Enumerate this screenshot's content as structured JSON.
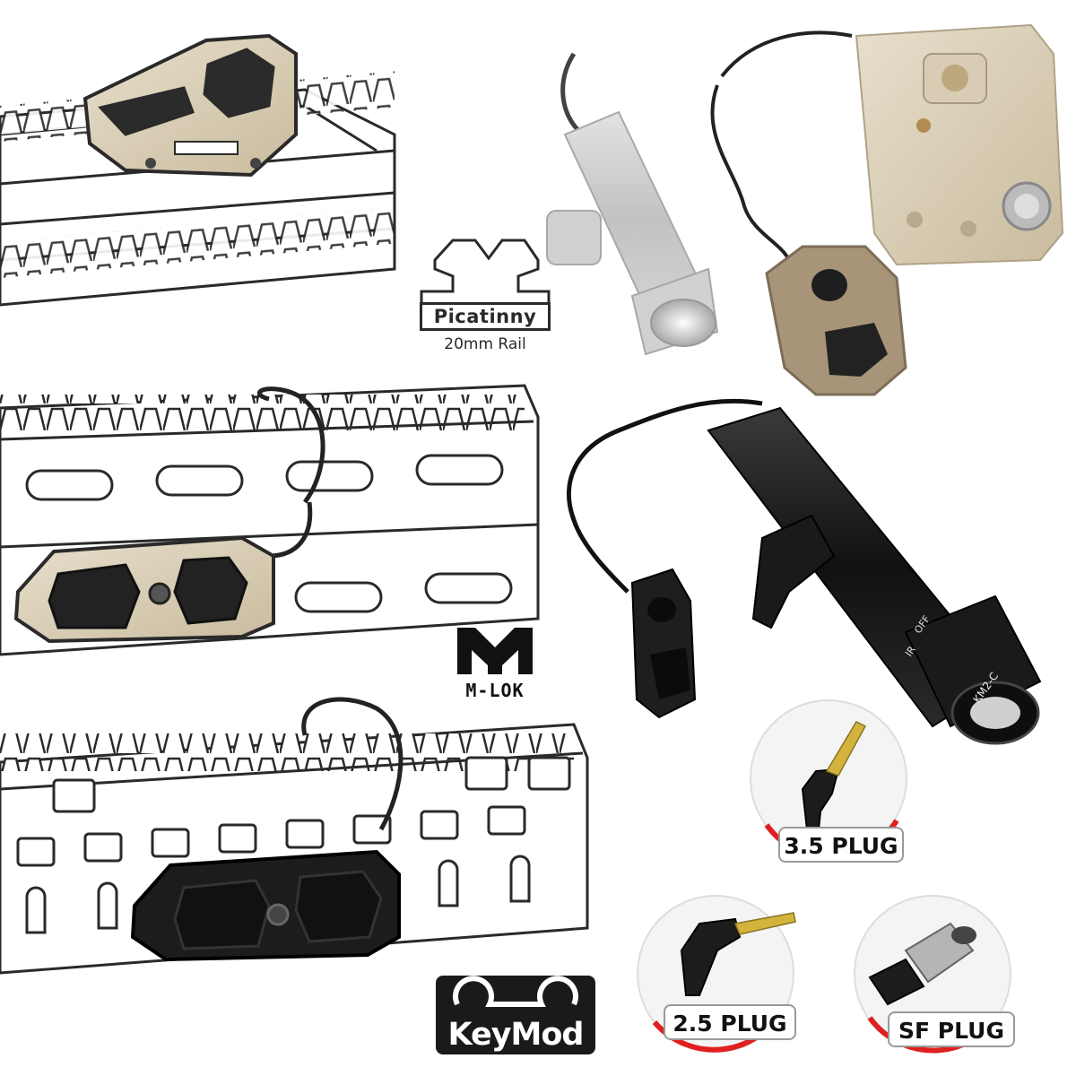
{
  "badges": {
    "picatinny_label": "Picatinny",
    "picatinny_sub": "20mm Rail",
    "mlok_label": "M-LOK",
    "keymod_label": "KeyMod"
  },
  "plugs": [
    {
      "label": "3.5 PLUG"
    },
    {
      "label": "2.5 PLUG"
    },
    {
      "label": "SF PLUG"
    }
  ],
  "devices": {
    "flashlight_model": "KM2-C",
    "flashlight_ring": [
      "OFF",
      "IR"
    ]
  },
  "colors": {
    "tan_switch": "#d9d2c2",
    "fde_switch": "#b9a98d",
    "black_switch": "#1c1c1c",
    "outline": "#2a2a2a",
    "plug_ring": "#e02020"
  }
}
